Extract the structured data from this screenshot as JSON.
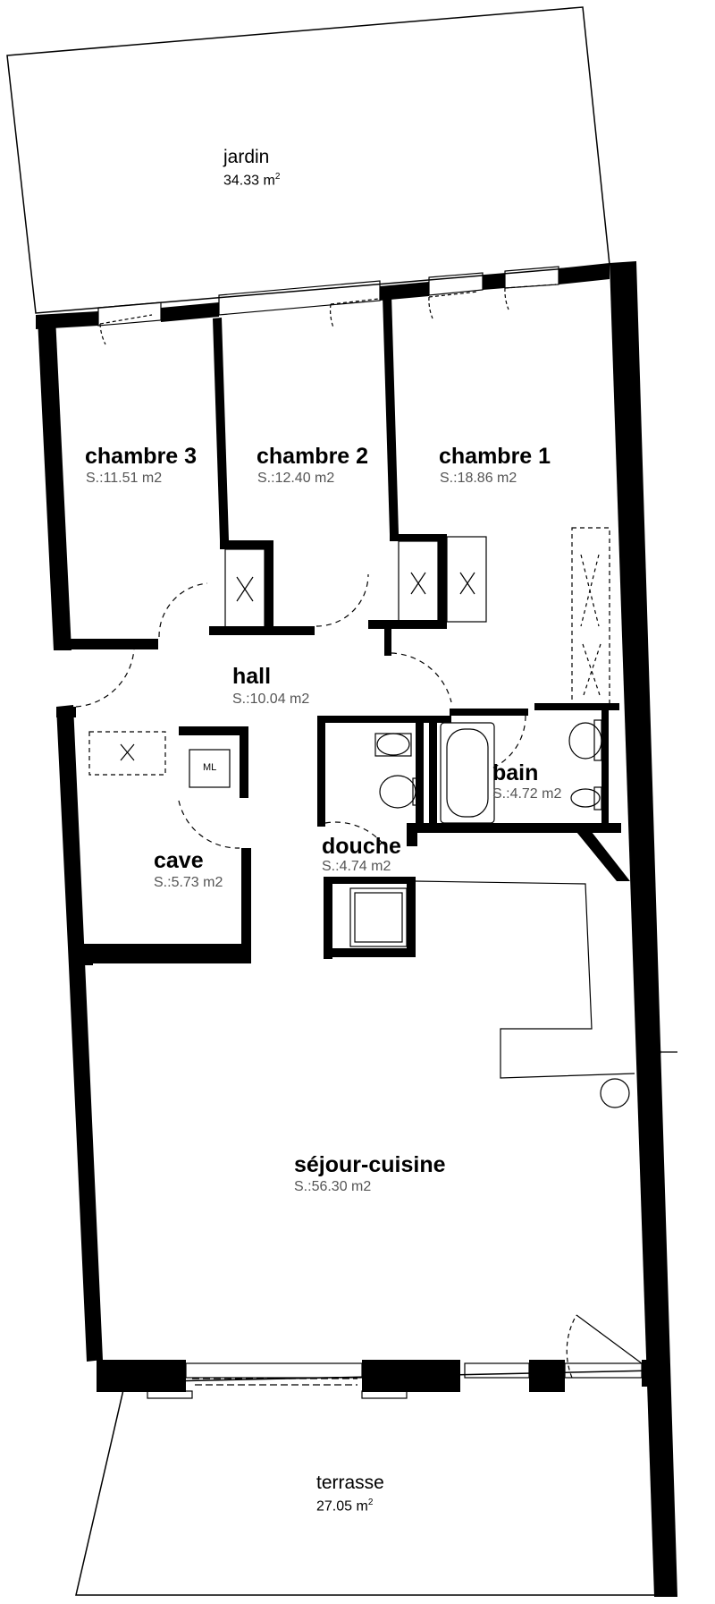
{
  "outdoor": {
    "jardin": {
      "name": "jardin",
      "area": "34.33 m",
      "unit_sup": "2"
    },
    "terrasse": {
      "name": "terrasse",
      "area": "27.05 m",
      "unit_sup": "2"
    }
  },
  "rooms": {
    "chambre3": {
      "name": "chambre 3",
      "area": "S.:11.51 m2"
    },
    "chambre2": {
      "name": "chambre 2",
      "area": "S.:12.40 m2"
    },
    "chambre1": {
      "name": "chambre 1",
      "area": "S.:18.86 m2"
    },
    "hall": {
      "name": "hall",
      "area": "S.:10.04 m2"
    },
    "bain": {
      "name": "bain",
      "area": "S.:4.72 m2"
    },
    "cave": {
      "name": "cave",
      "area": "S.:5.73 m2"
    },
    "douche": {
      "name": "douche",
      "area": "S.:4.74 m2"
    },
    "sejour": {
      "name": "séjour-cuisine",
      "area": "S.:56.30 m2"
    }
  },
  "fixtures": {
    "ml": "ML"
  }
}
